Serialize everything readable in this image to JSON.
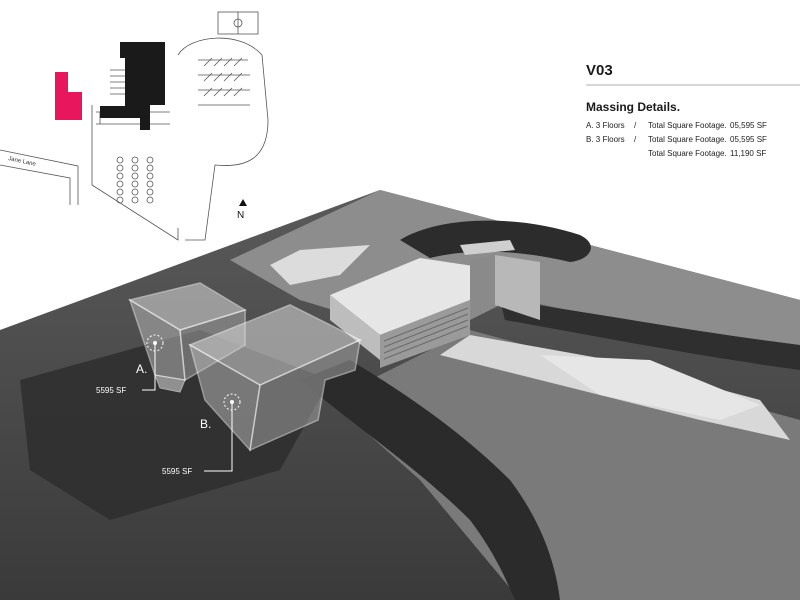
{
  "panel": {
    "version": "V03",
    "heading": "Massing Details.",
    "rows": [
      {
        "item": "A. 3 Floors",
        "sep": "/",
        "label": "Total Square Footage.",
        "value": "05,595 SF"
      },
      {
        "item": "B. 3 Floors",
        "sep": "/",
        "label": "Total Square Footage.",
        "value": "05,595 SF"
      },
      {
        "item": "",
        "sep": "",
        "label": "Total Square Footage.",
        "value": "11,190 SF"
      }
    ]
  },
  "site_plan": {
    "street_label": "Jane Lane",
    "north_label": "N"
  },
  "massing": {
    "a_label": "A.",
    "a_area": "5595 SF",
    "b_label": "B.",
    "b_area": "5595 SF"
  },
  "colors": {
    "highlight": "#e8175d",
    "building_dark": "#1a1a1a",
    "ground": "#4a4a4a",
    "road": "#2b2b2b"
  }
}
